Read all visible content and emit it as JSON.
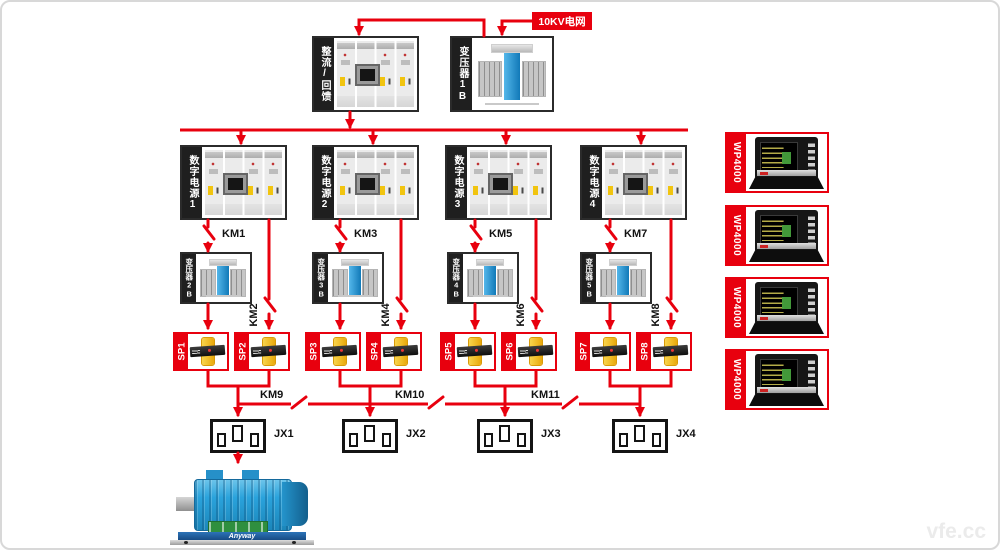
{
  "grid": {
    "label": "10KV电网"
  },
  "rectifier": {
    "label": "整流/回馈"
  },
  "main_transformer": {
    "label": "变压器1B"
  },
  "power_cabinets": [
    {
      "label": "数字电源1"
    },
    {
      "label": "数字电源2"
    },
    {
      "label": "数字电源3"
    },
    {
      "label": "数字电源4"
    }
  ],
  "transformers": [
    {
      "label": "变压器2B"
    },
    {
      "label": "变压器3B"
    },
    {
      "label": "变压器4B"
    },
    {
      "label": "变压器5B"
    }
  ],
  "contactors": {
    "km1": "KM1",
    "km2": "KM2",
    "km3": "KM3",
    "km4": "KM4",
    "km5": "KM5",
    "km6": "KM6",
    "km7": "KM7",
    "km8": "KM8",
    "km9": "KM9",
    "km10": "KM10",
    "km11": "KM11"
  },
  "sensors": [
    {
      "label": "SP1"
    },
    {
      "label": "SP2"
    },
    {
      "label": "SP3"
    },
    {
      "label": "SP4"
    },
    {
      "label": "SP5"
    },
    {
      "label": "SP6"
    },
    {
      "label": "SP7"
    },
    {
      "label": "SP8"
    }
  ],
  "junction_boxes": [
    {
      "label": "JX1"
    },
    {
      "label": "JX2"
    },
    {
      "label": "JX3"
    },
    {
      "label": "JX4"
    }
  ],
  "analyzers": [
    {
      "label": "WP4000"
    },
    {
      "label": "WP4000"
    },
    {
      "label": "WP4000"
    },
    {
      "label": "WP4000"
    }
  ],
  "motor": {
    "brand": "Anyway"
  },
  "watermark": "vfe.cc",
  "colors": {
    "wire": "#e8000e",
    "label_bar": "#1f1f1f",
    "sensor_red": "#e8000e",
    "transformer_core": "#1e8fd0",
    "motor_blue": "#2aa3dc"
  }
}
